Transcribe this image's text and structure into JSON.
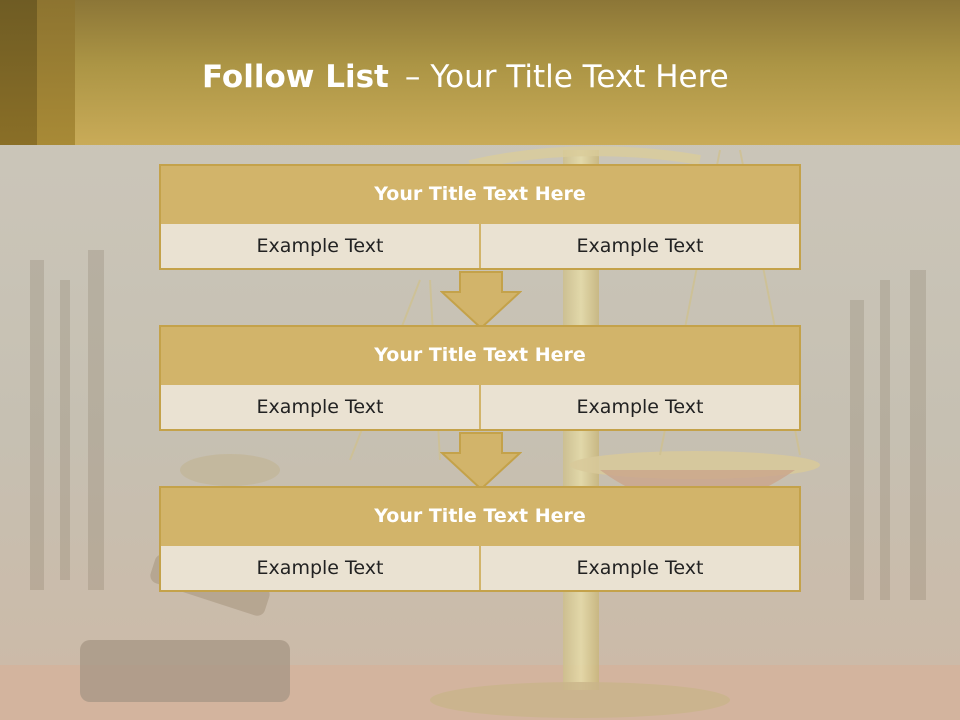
{
  "slide": {
    "title_bold": "Follow List",
    "title_dash": "–",
    "title_rest": "Your Title Text Here"
  },
  "steps": [
    {
      "title": "Your Title Text Here",
      "left": "Example Text",
      "right": "Example Text"
    },
    {
      "title": "Your Title Text Here",
      "left": "Example Text",
      "right": "Example Text"
    },
    {
      "title": "Your Title Text Here",
      "left": "Example Text",
      "right": "Example Text"
    }
  ],
  "colors": {
    "header_gold": "#c9ab58",
    "box_gold": "#d2b46a",
    "box_border": "#c4a24a",
    "cell_cream": "#eae2d2",
    "background_gray": "#c9c4b8"
  },
  "background_image": "scales-of-justice-and-gavel"
}
